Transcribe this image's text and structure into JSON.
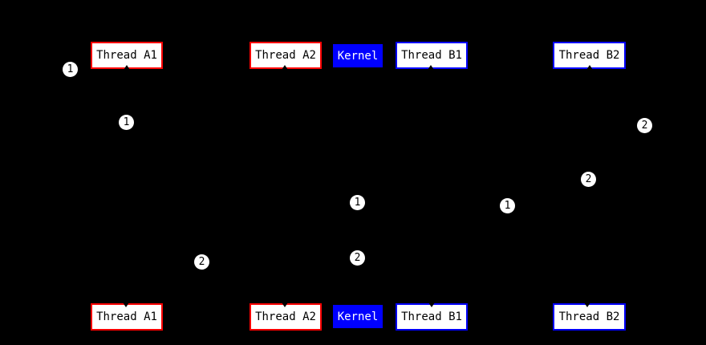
{
  "colors": {
    "background": "#000000",
    "thread_a_border": "#ff0000",
    "thread_b_border": "#0000ff",
    "kernel_fill": "#0000ff",
    "kernel_text": "#ffffff",
    "node_fill": "#ffffff",
    "node_text": "#000000",
    "edge_label_fill": "#ffffff",
    "edge_label_text": "#000000",
    "edge_color": "#000000"
  },
  "nodes": {
    "top": [
      "Thread A1",
      "Thread A2",
      "Kernel",
      "Thread B1",
      "Thread B2"
    ],
    "bottom": [
      "Thread A1",
      "Thread A2",
      "Kernel",
      "Thread B1",
      "Thread B2"
    ]
  },
  "edge_labels": [
    "1",
    "1",
    "2",
    "2",
    "1",
    "1",
    "2",
    "2"
  ]
}
